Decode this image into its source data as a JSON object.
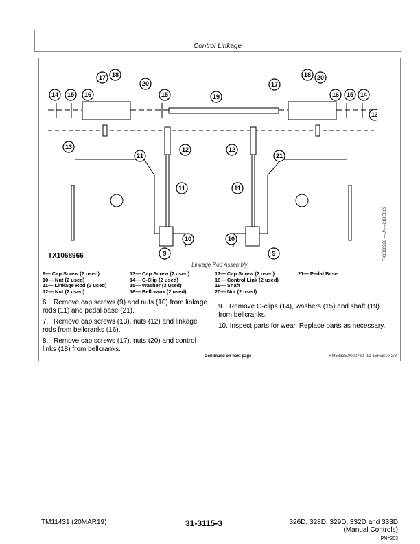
{
  "header": {
    "section_title": "Control Linkage"
  },
  "figure": {
    "id": "TX1068966",
    "side_code": "TX1068966 —UN—21DEC09",
    "caption": "Linkage Rod Assembly",
    "callouts": [
      "17",
      "18",
      "20",
      "14",
      "15",
      "16",
      "15",
      "19",
      "17",
      "18",
      "20",
      "16",
      "15",
      "14",
      "13",
      "13",
      "12",
      "12",
      "21",
      "21",
      "11",
      "11",
      "10",
      "10",
      "9",
      "9"
    ]
  },
  "legend": [
    [
      "9— Cap Screw (2 used)",
      "10— Nut (2 used)",
      "11— Linkage Rod (2 used)",
      "12— Nut (2 used)"
    ],
    [
      "13— Cap Screw (2 used)",
      "14— C-Clip (2 used)",
      "15— Washer (3 used)",
      "16— Bellcrank (2 used)"
    ],
    [
      "17— Cap Screw (2 used)",
      "18— Control Link (2 used)",
      "19— Shaft",
      "20— Nut (2 used)"
    ],
    [
      "21— Pedal Base"
    ]
  ],
  "steps": [
    {
      "num": "6.",
      "text": "Remove cap screws (9) and nuts (10) from linkage rods (11) and pedal base (21)."
    },
    {
      "num": "7.",
      "text": "Remove cap screws (13), nuts (12) and linkage rods from bellcranks (16)."
    },
    {
      "num": "8.",
      "text": "Remove cap screws (17), nuts (20) and control links (18) from bellcranks."
    },
    {
      "num": "9.",
      "text": "Remove C-clips (14), washers (15) and shaft (19) from bellcranks."
    },
    {
      "num": "10.",
      "text": "Inspect parts for wear. Replace parts as necessary."
    }
  ],
  "continued": "Continued on next page",
  "reference": "RM58335,0000732 -19-15FEB10-2/3",
  "footer": {
    "doc": "TM11431 (20MAR19)",
    "page": "31-3115-3",
    "models_line1": "326D, 328D, 329D, 332D and 333D",
    "models_line2": "(Manual Controls)",
    "pn": "PN=303"
  }
}
